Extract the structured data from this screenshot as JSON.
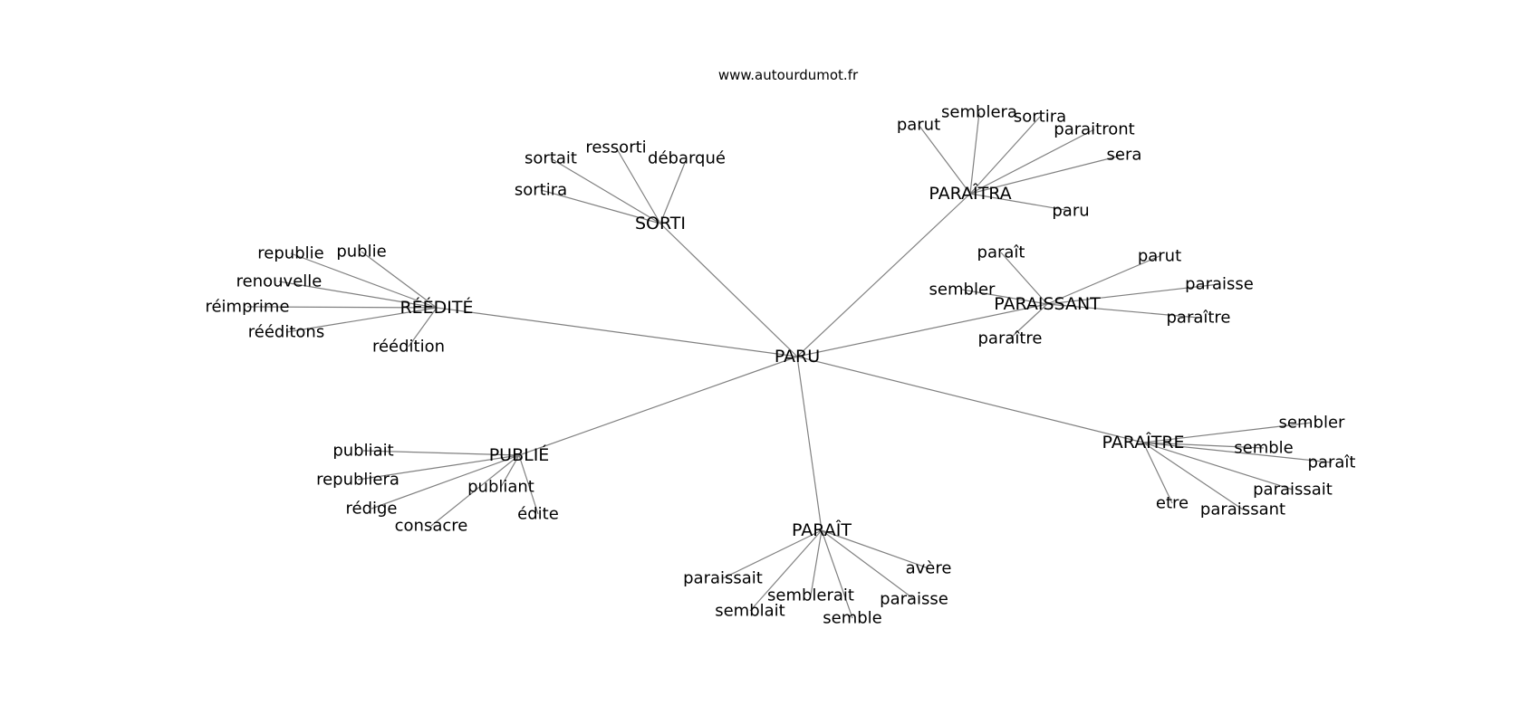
{
  "source": "www.autourdumot.fr",
  "center": "PARU",
  "clusters": [
    {
      "label": "SORTI",
      "leaves": [
        "sortait",
        "ressorti",
        "débarqué",
        "sortira"
      ]
    },
    {
      "label": "PARAÎTRA",
      "leaves": [
        "parut",
        "semblera",
        "sortira",
        "paraitront",
        "sera",
        "paru"
      ]
    },
    {
      "label": "RÉÉDITÉ",
      "leaves": [
        "republie",
        "publie",
        "renouvelle",
        "réimprime",
        "rééditons",
        "réédition"
      ]
    },
    {
      "label": "PARAISSANT",
      "leaves": [
        "paraît",
        "parut",
        "sembler",
        "paraisse",
        "paraître",
        "paraître"
      ]
    },
    {
      "label": "PUBLIÉ",
      "leaves": [
        "publiait",
        "republiera",
        "publiant",
        "rédige",
        "consacre",
        "édite"
      ]
    },
    {
      "label": "PARAÎTRE",
      "leaves": [
        "sembler",
        "semble",
        "paraît",
        "paraissait",
        "etre",
        "paraissant"
      ]
    },
    {
      "label": "PARAÎT",
      "leaves": [
        "avère",
        "paraissait",
        "semblerait",
        "paraisse",
        "semblait",
        "semble"
      ]
    }
  ]
}
